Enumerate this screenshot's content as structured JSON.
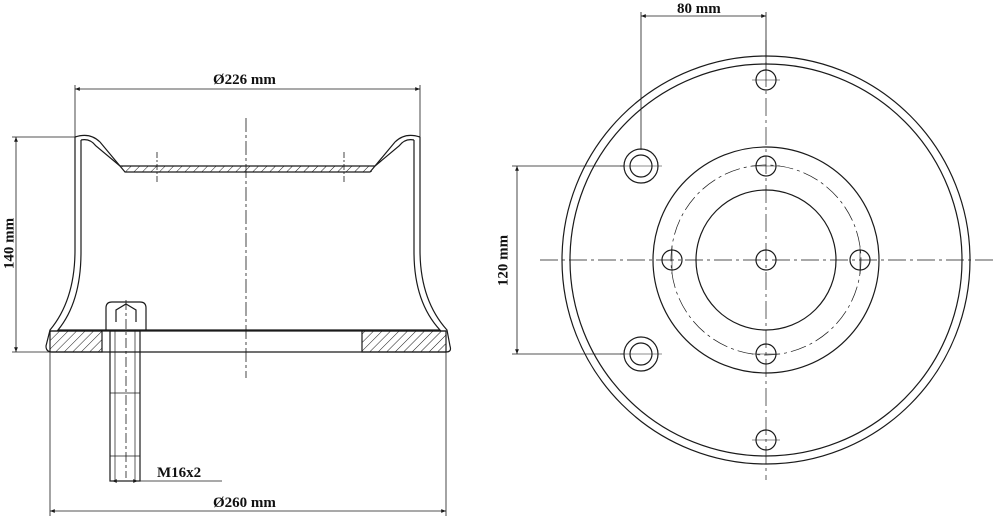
{
  "dimensions": {
    "top_diameter": "Ø226 mm",
    "height": "140 mm",
    "thread": "M16x2",
    "base_diameter": "Ø260 mm",
    "hole_offset": "80 mm",
    "hole_spacing": "120 mm"
  },
  "colors": {
    "line": "#1a1a1a",
    "background": "#ffffff"
  }
}
